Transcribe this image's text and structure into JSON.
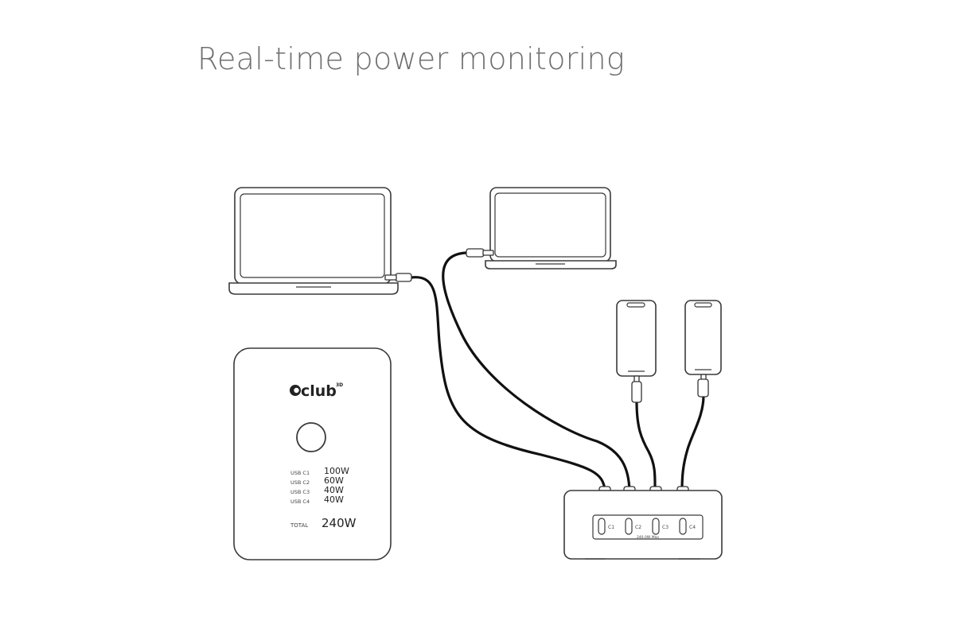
{
  "title": "Real-time power monitoring",
  "monitor": {
    "brand": "club",
    "brand_superscript": "3D",
    "ports": [
      {
        "label": "USB C1",
        "watts": "100W"
      },
      {
        "label": "USB C2",
        "watts": "60W"
      },
      {
        "label": "USB C3",
        "watts": "40W"
      },
      {
        "label": "USB C4",
        "watts": "40W"
      }
    ],
    "total_label": "TOTAL",
    "total_watts": "240W"
  },
  "charger": {
    "ports": [
      {
        "label": "C1"
      },
      {
        "label": "C2"
      },
      {
        "label": "C3"
      },
      {
        "label": "C4"
      }
    ],
    "footer": "240.0W Max"
  },
  "colors": {
    "title": "#6f6f6f",
    "outline": "#3a3a3a",
    "cable": "#111111"
  }
}
